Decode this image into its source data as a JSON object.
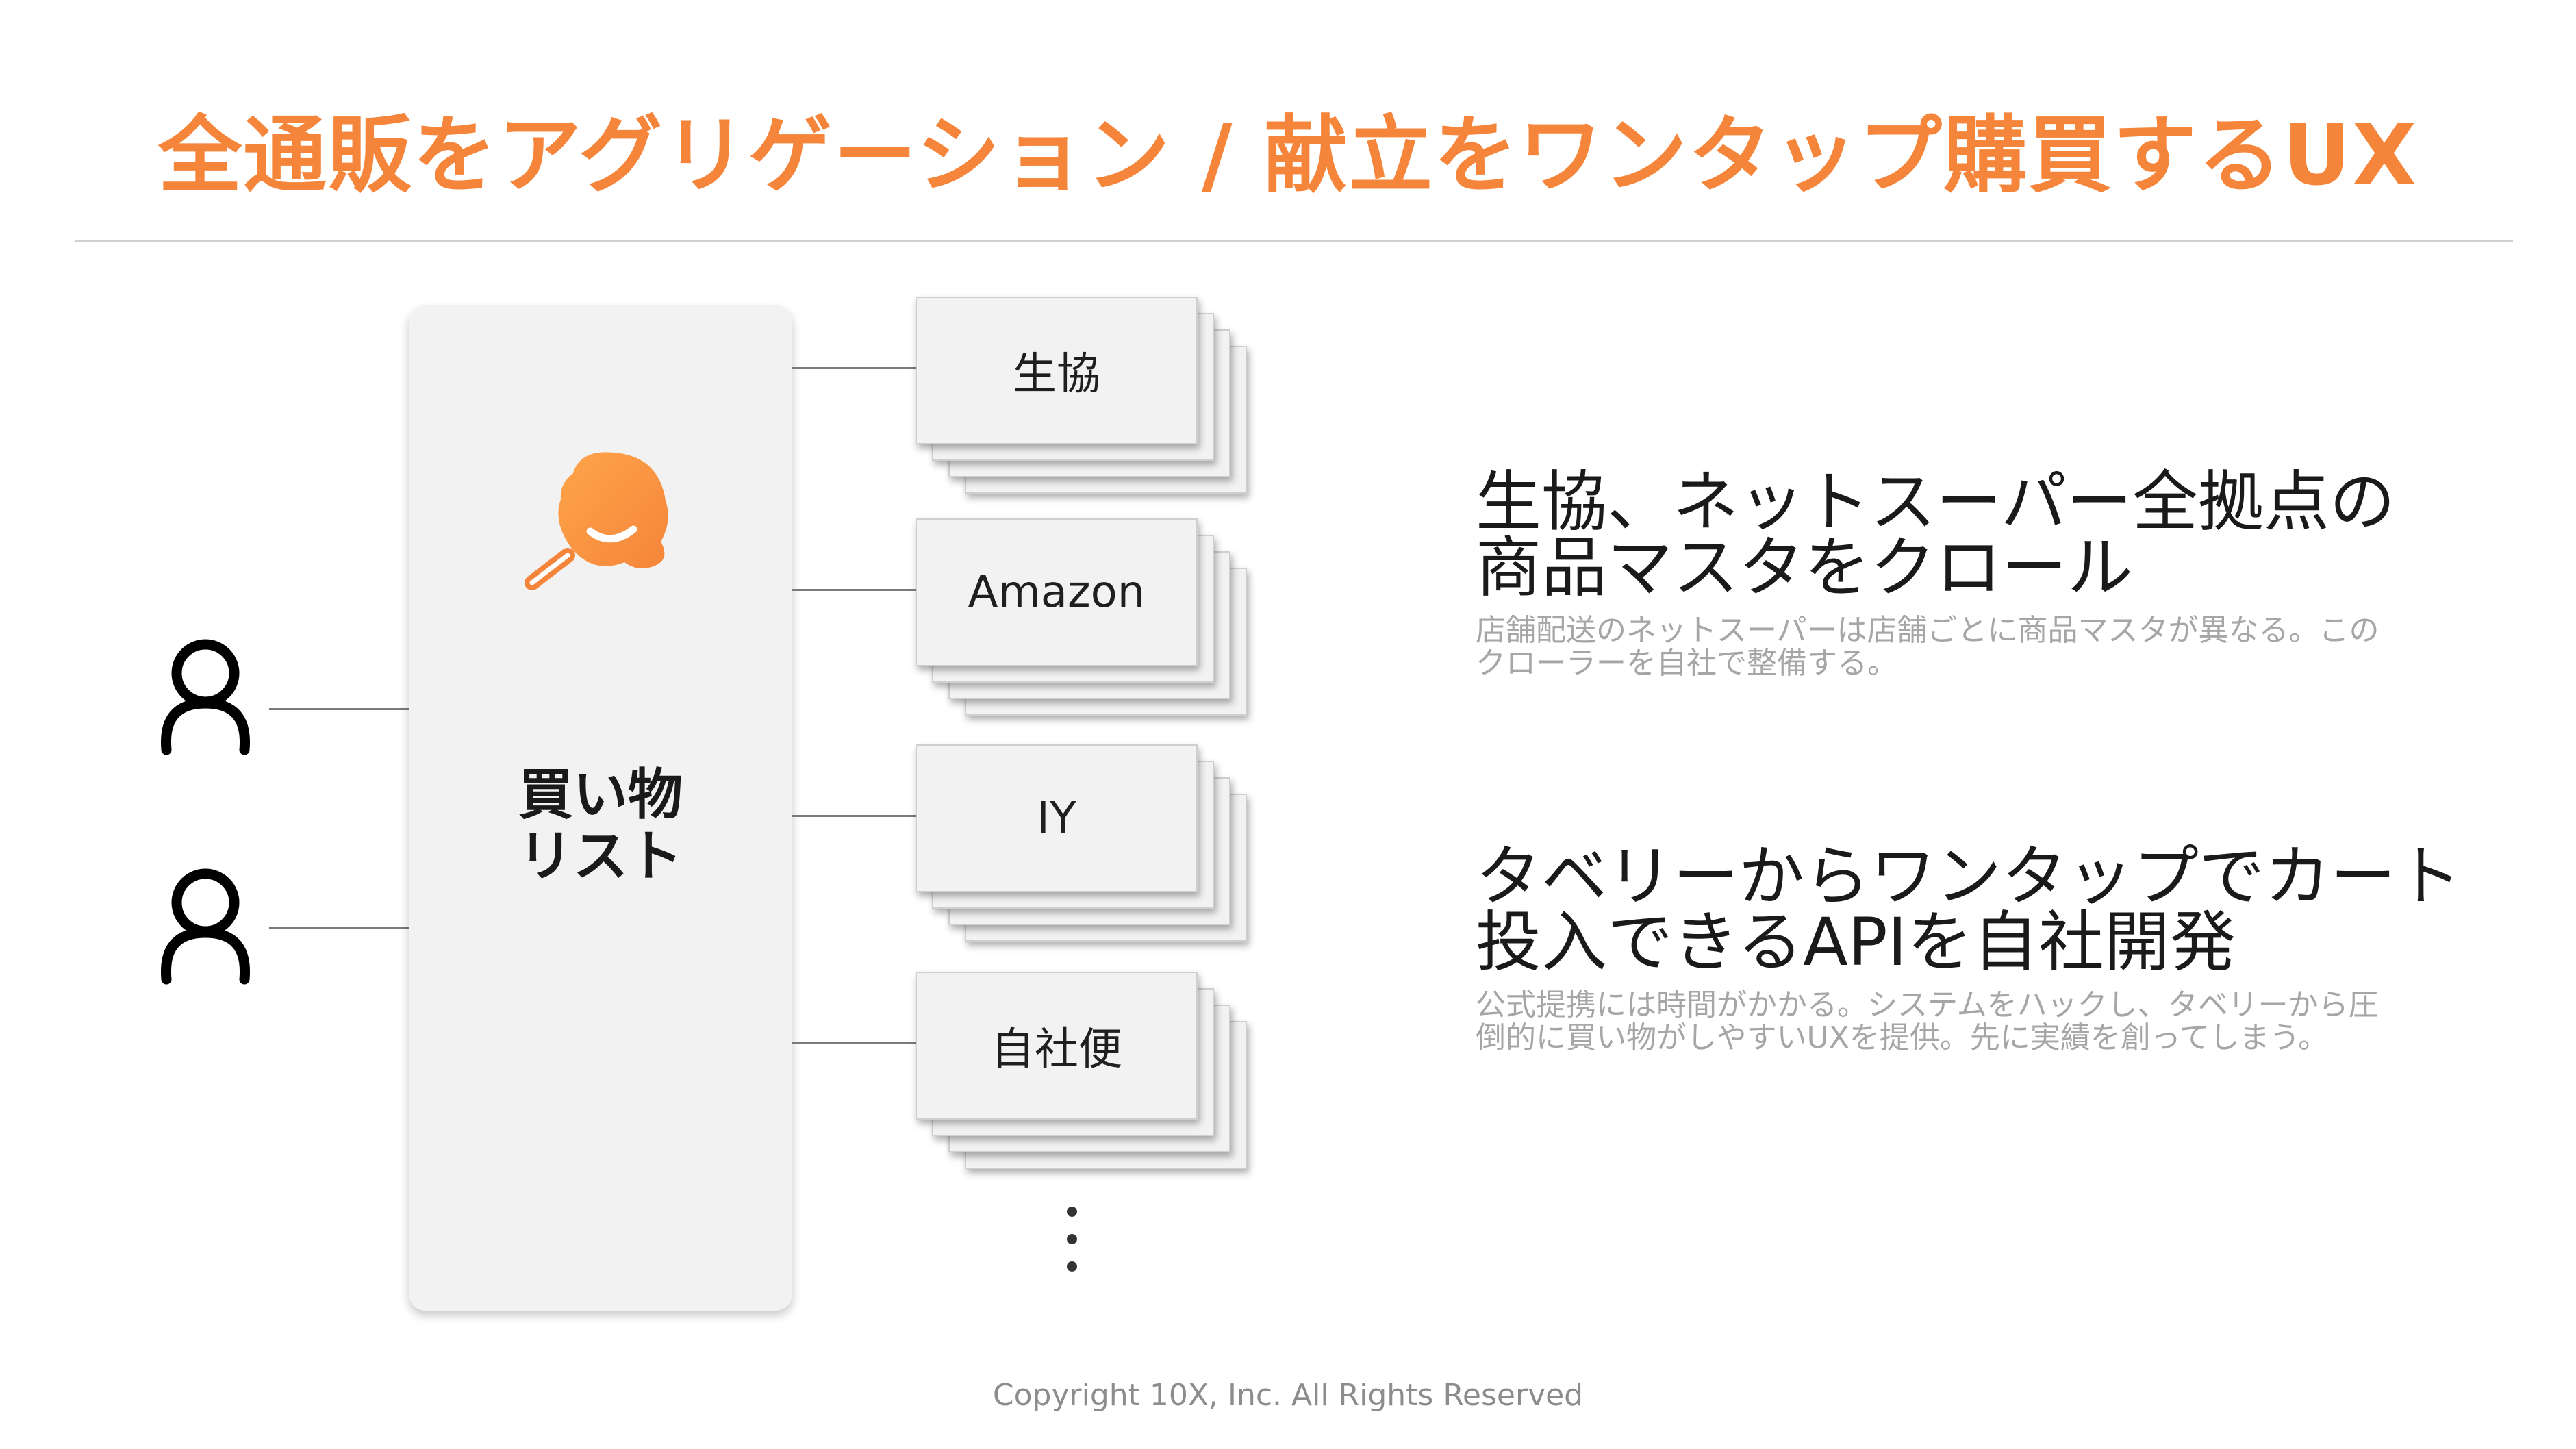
{
  "title": "全通販をアグリゲーション / 献立をワンタップ購買するUX",
  "colors": {
    "accent": "#F5853A",
    "panel_bg": "#f2f2f2",
    "connector": "#7a7a7a",
    "text": "#1a1a1a",
    "muted": "#a6a6a6"
  },
  "users": [
    {
      "icon": "person-icon"
    },
    {
      "icon": "person-icon"
    }
  ],
  "shopping_list": {
    "icon": "frying-pan-logo-icon",
    "label": "買い物\nリスト"
  },
  "stores": [
    {
      "label": "生協"
    },
    {
      "label": "Amazon"
    },
    {
      "label": "IY"
    },
    {
      "label": "自社便"
    }
  ],
  "more_indicator": "vertical-ellipsis-icon",
  "points": [
    {
      "heading": "生協、ネットスーパー全拠点の\n商品マスタをクロール",
      "description": "店舗配送のネットスーパーは店舗ごとに商品マスタが異なる。この\nクローラーを自社で整備する。"
    },
    {
      "heading": "タベリーからワンタップでカート\n投入できるAPIを自社開発",
      "description": "公式提携には時間がかかる。システムをハックし、タベリーから圧\n倒的に買い物がしやすいUXを提供。先に実績を創ってしまう。"
    }
  ],
  "footer": "Copyright 10X, Inc. All Rights Reserved"
}
